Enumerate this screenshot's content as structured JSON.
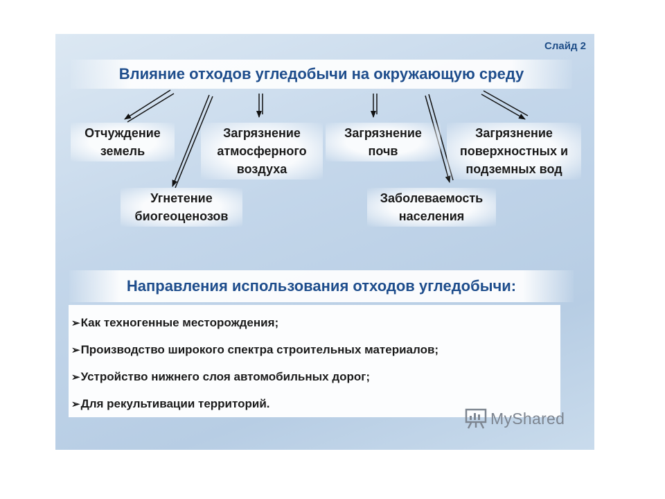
{
  "slide_number": "Слайд 2",
  "title": "Влияние отходов угледобычи на окружающую среду",
  "nodes": {
    "alienation": [
      "Отчуждение",
      "земель"
    ],
    "air": [
      "Загрязнение",
      "атмосферного",
      "воздуха"
    ],
    "soil": [
      "Загрязнение",
      "почв"
    ],
    "water": [
      "Загрязнение",
      "поверхностных и",
      "подземных вод"
    ],
    "biocenosis": [
      "Угнетение",
      "биогеоценозов"
    ],
    "morbidity": [
      "Заболеваемость",
      "населения"
    ]
  },
  "section_title": "Направления использования отходов угледобычи:",
  "uses": [
    "Как техногенные месторождения;",
    "Производство широкого спектра строительных материалов;",
    "Устройство нижнего слоя автомобильных дорог;",
    "Для рекультивации территорий."
  ],
  "bullet_mark": "➢",
  "logo_text": "MyShared",
  "colors": {
    "title": "#1e4d8c",
    "slide_bg": "#c3d6ea",
    "text": "#1a1a1a",
    "logo": "#7d8590"
  }
}
